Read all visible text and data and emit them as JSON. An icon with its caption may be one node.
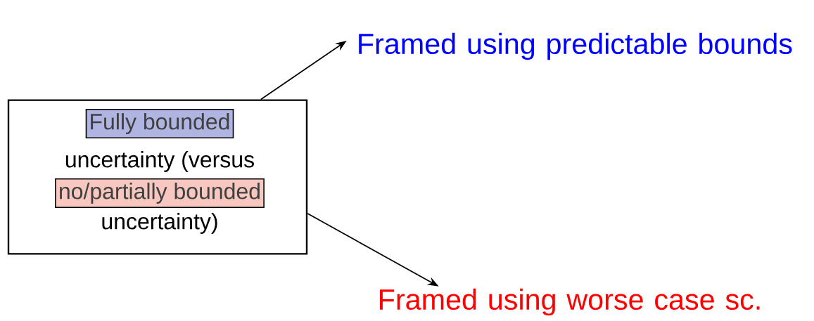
{
  "diagram": {
    "nodes": [
      {
        "text": [
          "uncertainty (versus",
          "uncertainty)"
        ]
      },
      {
        "text": [
          "Fully bounded"
        ],
        "in": 0
      },
      {
        "text": [
          "no/partially bounded"
        ],
        "in": 0
      },
      {
        "text": [
          "Framed using predictable bounds"
        ]
      },
      {
        "text": [
          "Framed using worse case sc."
        ]
      }
    ],
    "edges": [
      {
        "from": 0,
        "to": 3,
        "arrow": "to"
      },
      {
        "from": 0,
        "to": 4,
        "arrow": "to"
      }
    ]
  }
}
